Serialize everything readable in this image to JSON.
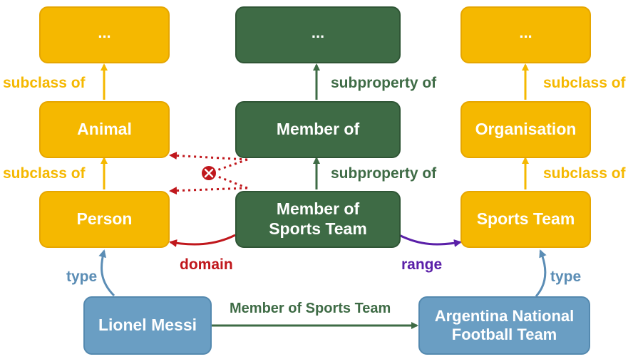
{
  "nodes": {
    "top_left": "...",
    "top_middle": "...",
    "top_right": "...",
    "animal": "Animal",
    "member_of": "Member of",
    "organisation": "Organisation",
    "person": "Person",
    "member_of_sports_team": "Member of Sports Team",
    "sports_team": "Sports Team",
    "lionel_messi": "Lionel Messi",
    "argentina_team": "Argentina National Football Team"
  },
  "edge_labels": {
    "subclass_of_top_left": "subclass of",
    "subclass_of_mid_left": "subclass of",
    "subclass_of_top_right": "subclass of",
    "subclass_of_mid_right": "subclass of",
    "subproperty_of_top": "subproperty of",
    "subproperty_of_mid": "subproperty of",
    "domain": "domain",
    "range": "range",
    "type_left": "type",
    "type_right": "type",
    "member_of_sports_team_edge": "Member of Sports Team"
  },
  "colors": {
    "class": "#f5b800",
    "property": "#3e6b45",
    "instance": "#6a9ec3",
    "domain": "#c0171c",
    "range": "#5a1fa8",
    "type": "#5b8db5"
  },
  "icons": {
    "invalid": "cross-circle-icon"
  }
}
